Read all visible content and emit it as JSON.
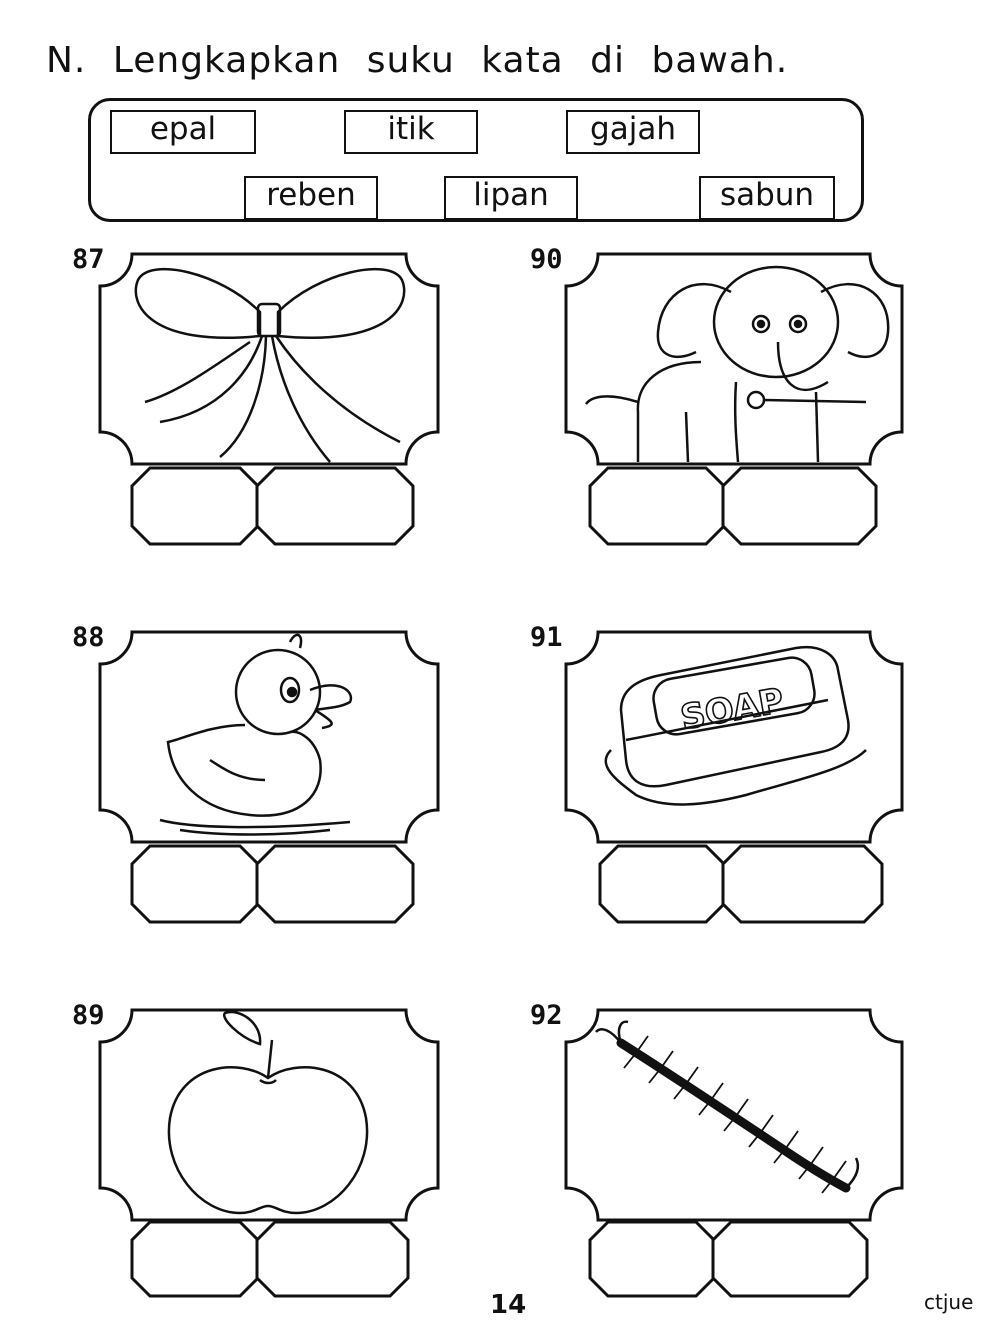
{
  "instruction": "N. Lengkapkan suku kata di bawah.",
  "word_bank": [
    "epal",
    "itik",
    "gajah",
    "reben",
    "lipan",
    "sabun"
  ],
  "items": [
    {
      "number": "87",
      "picture": "ribbon-bow"
    },
    {
      "number": "88",
      "picture": "duckling"
    },
    {
      "number": "89",
      "picture": "apple"
    },
    {
      "number": "90",
      "picture": "elephant"
    },
    {
      "number": "91",
      "picture": "soap-bar",
      "picture_text": "SOAP"
    },
    {
      "number": "92",
      "picture": "centipede"
    }
  ],
  "page_number": "14",
  "credit": "ctjue"
}
